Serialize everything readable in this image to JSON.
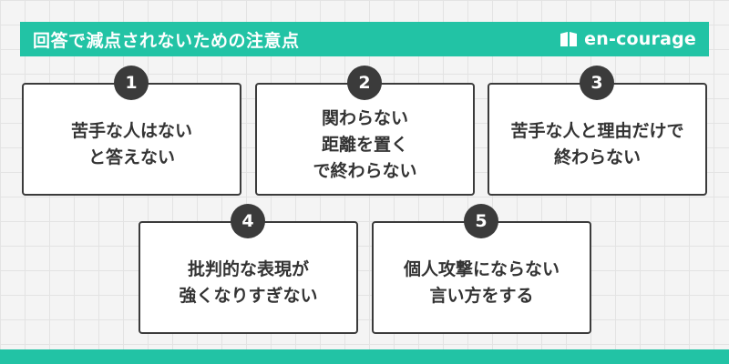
{
  "header": {
    "title": "回答で減点されないための注意点",
    "brand": "en-courage"
  },
  "colors": {
    "accent": "#22c3a5",
    "dark": "#3b3b3b",
    "card_bg": "#ffffff",
    "text": "#333333"
  },
  "brand_icon": "book-icon",
  "cards": [
    {
      "number": "1",
      "lines": [
        "苦手な人はない",
        "と答えない"
      ]
    },
    {
      "number": "2",
      "lines": [
        "関わらない",
        "距離を置く",
        "で終わらない"
      ]
    },
    {
      "number": "3",
      "lines": [
        "苦手な人と理由だけで",
        "終わらない"
      ]
    },
    {
      "number": "4",
      "lines": [
        "批判的な表現が",
        "強くなりすぎない"
      ]
    },
    {
      "number": "5",
      "lines": [
        "個人攻撃にならない",
        "言い方をする"
      ]
    }
  ]
}
